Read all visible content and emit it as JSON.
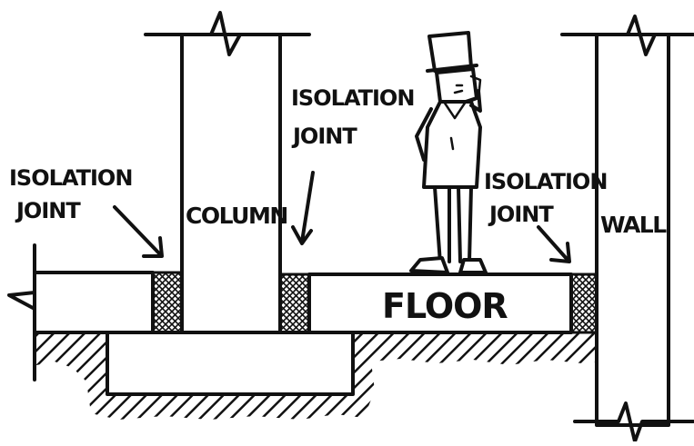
{
  "labels": {
    "isolation_joint_left_line1": "ISOLATION",
    "isolation_joint_left_line2": "JOINT",
    "isolation_joint_center_line1": "ISOLATION",
    "isolation_joint_center_line2": "JOINT",
    "isolation_joint_right_line1": "ISOLATION",
    "isolation_joint_right_line2": "JOINT",
    "column": "COLUMN",
    "wall": "WALL",
    "floor": "FLOOR"
  },
  "colors": {
    "ink": "#111111",
    "paper": "#ffffff"
  }
}
